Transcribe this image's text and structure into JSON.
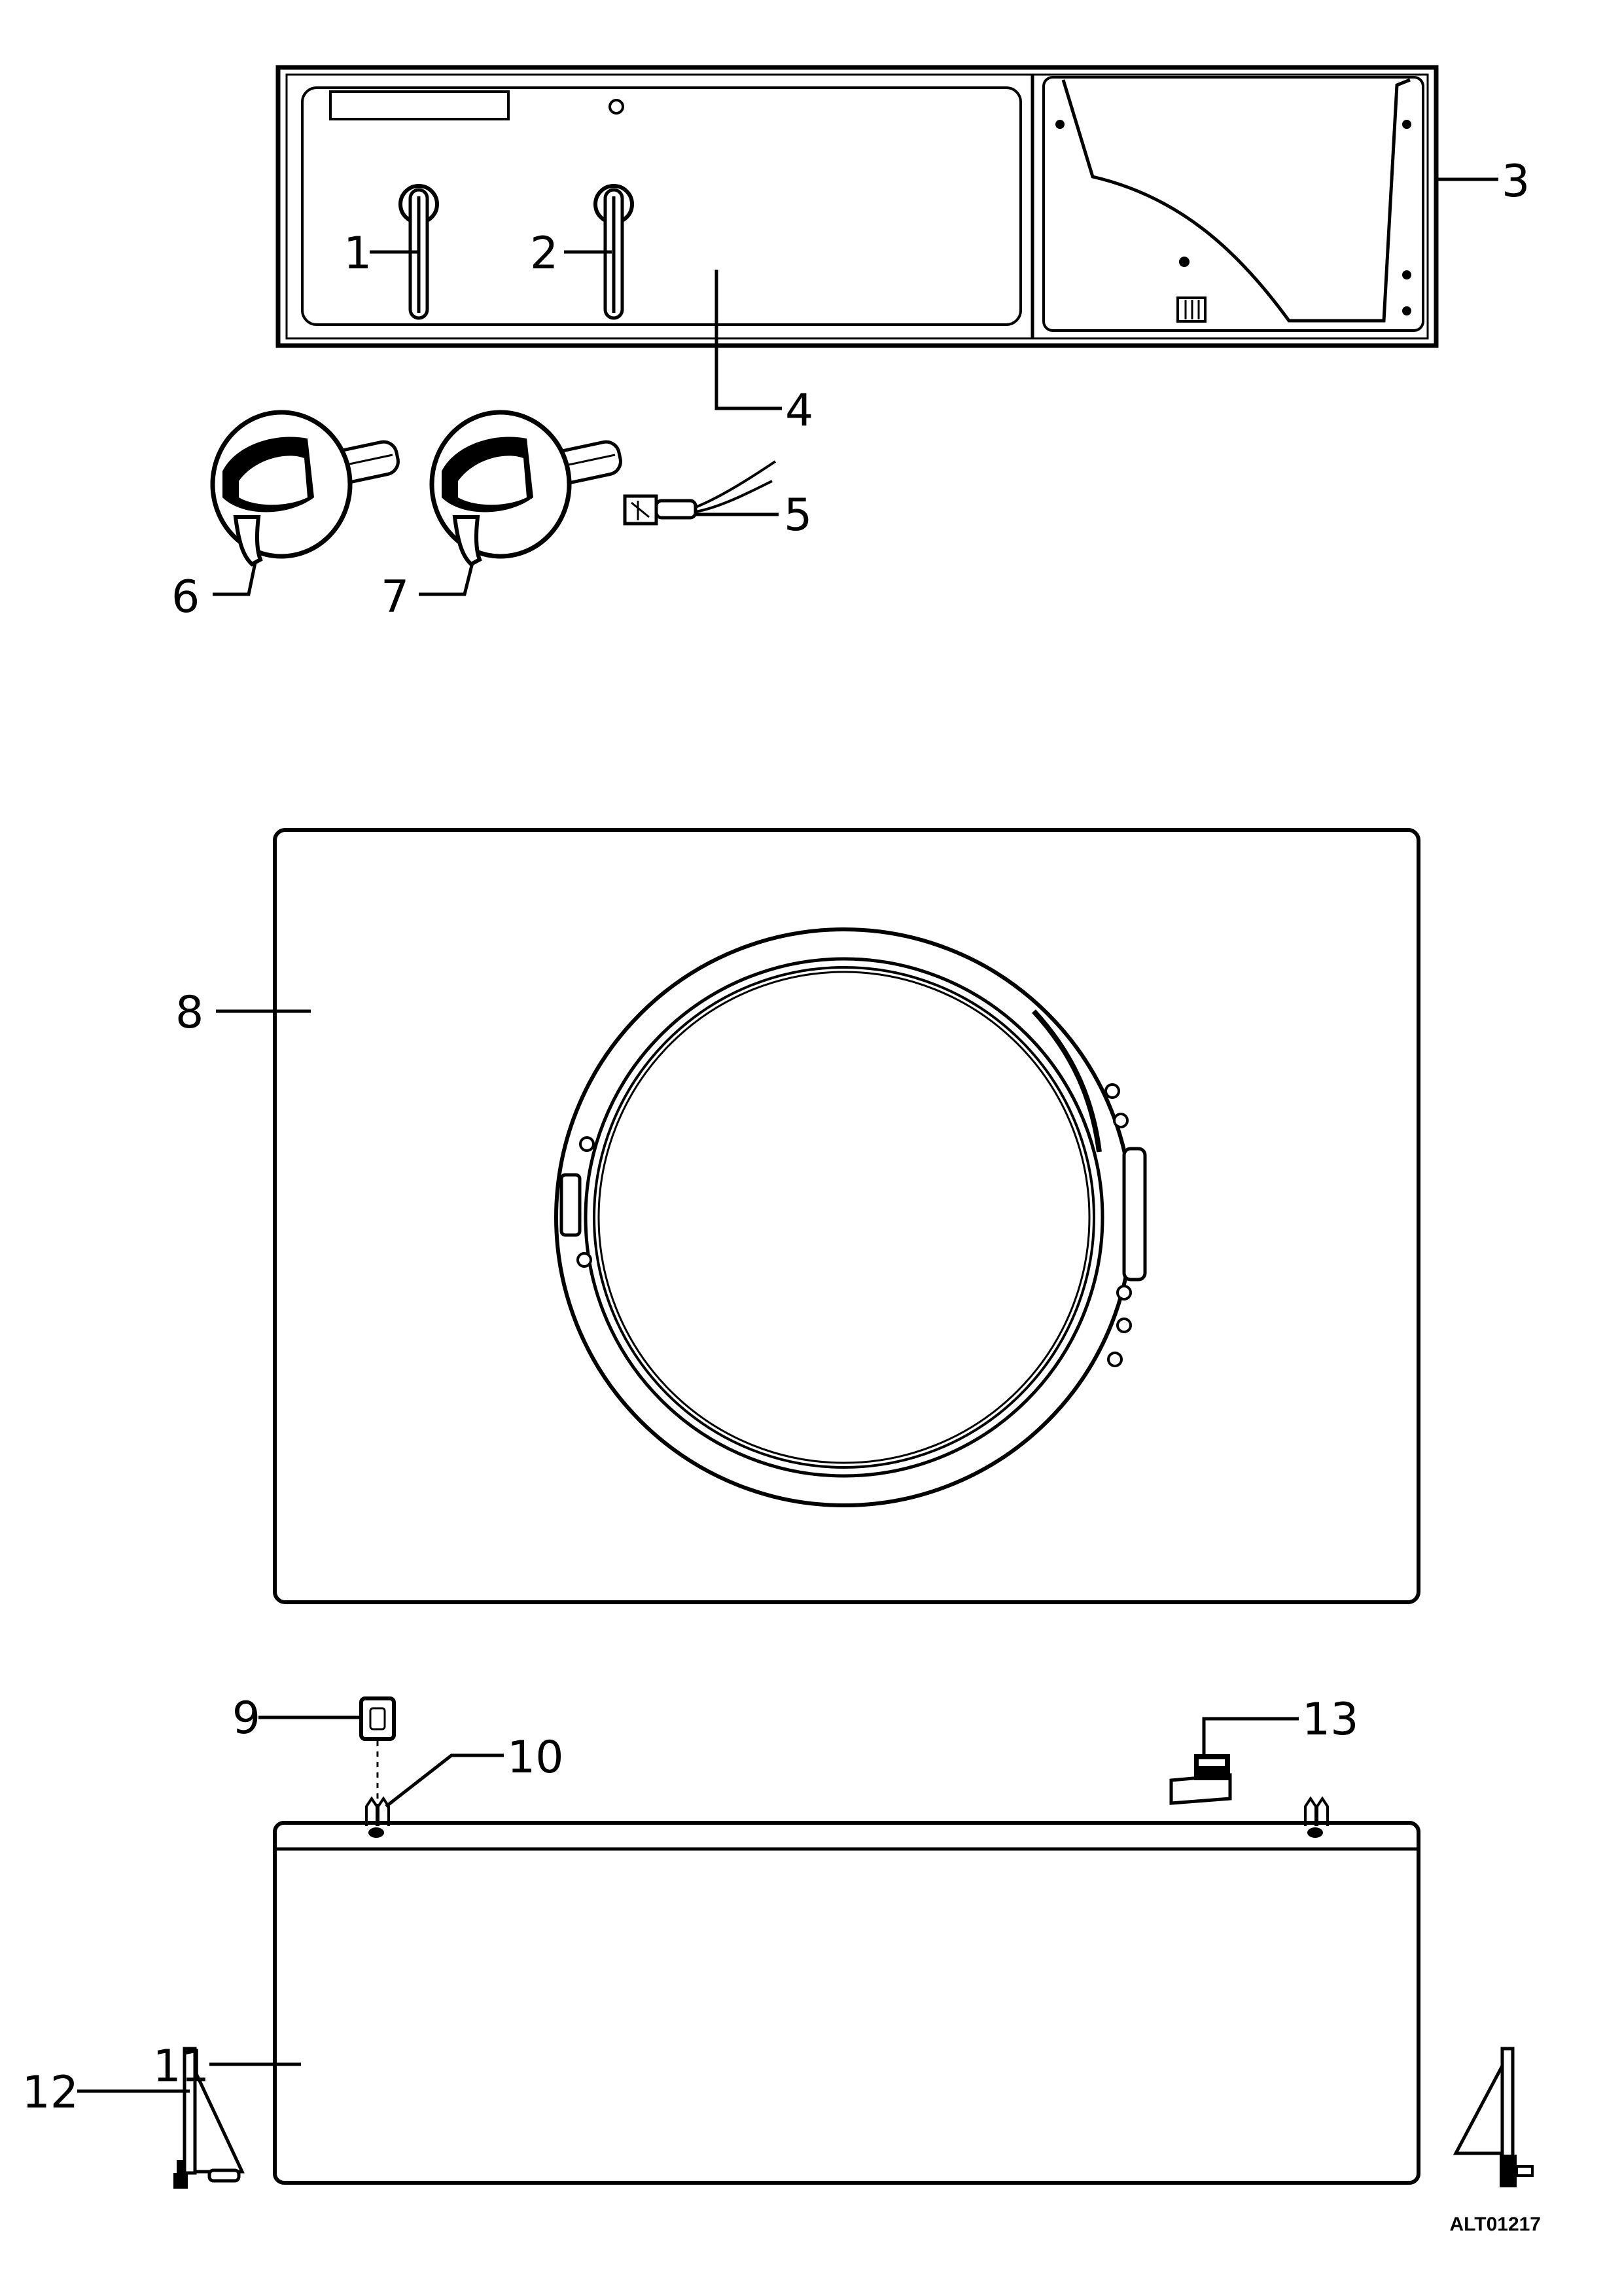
{
  "callouts": [
    "1",
    "2",
    "3",
    "4",
    "5",
    "6",
    "7",
    "8",
    "9",
    "10",
    "11",
    "12",
    "13"
  ],
  "drawing_code": "ALT01217",
  "colors": {
    "line": "#000000",
    "background": "#ffffff"
  }
}
